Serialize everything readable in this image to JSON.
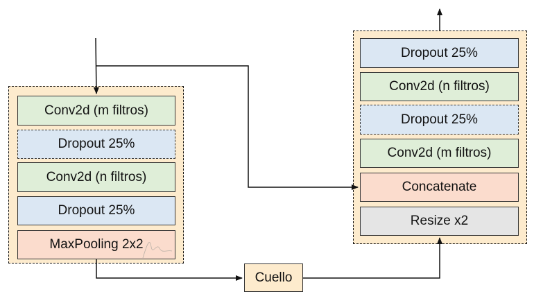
{
  "encoder": {
    "blocks": [
      {
        "label": "Conv2d (m filtros)",
        "color": "#dfeed8"
      },
      {
        "label": "Dropout 25%",
        "color": "#dbe7f3"
      },
      {
        "label": "Conv2d (n filtros)",
        "color": "#dfeed8"
      },
      {
        "label": "Dropout 25%",
        "color": "#dbe7f3"
      },
      {
        "label": "MaxPooling 2x2",
        "color": "#fbdccd"
      }
    ]
  },
  "bottleneck": {
    "label": "Cuello",
    "color": "#fdebcd"
  },
  "decoder": {
    "blocks": [
      {
        "label": "Dropout 25%",
        "color": "#dbe7f3"
      },
      {
        "label": "Conv2d (n filtros)",
        "color": "#dfeed8"
      },
      {
        "label": "Dropout 25%",
        "color": "#dbe7f3"
      },
      {
        "label": "Conv2d (m filtros)",
        "color": "#dfeed8"
      },
      {
        "label": "Concatenate",
        "color": "#fbdccd"
      },
      {
        "label": "Resize x2",
        "color": "#e5e5e5"
      }
    ]
  }
}
